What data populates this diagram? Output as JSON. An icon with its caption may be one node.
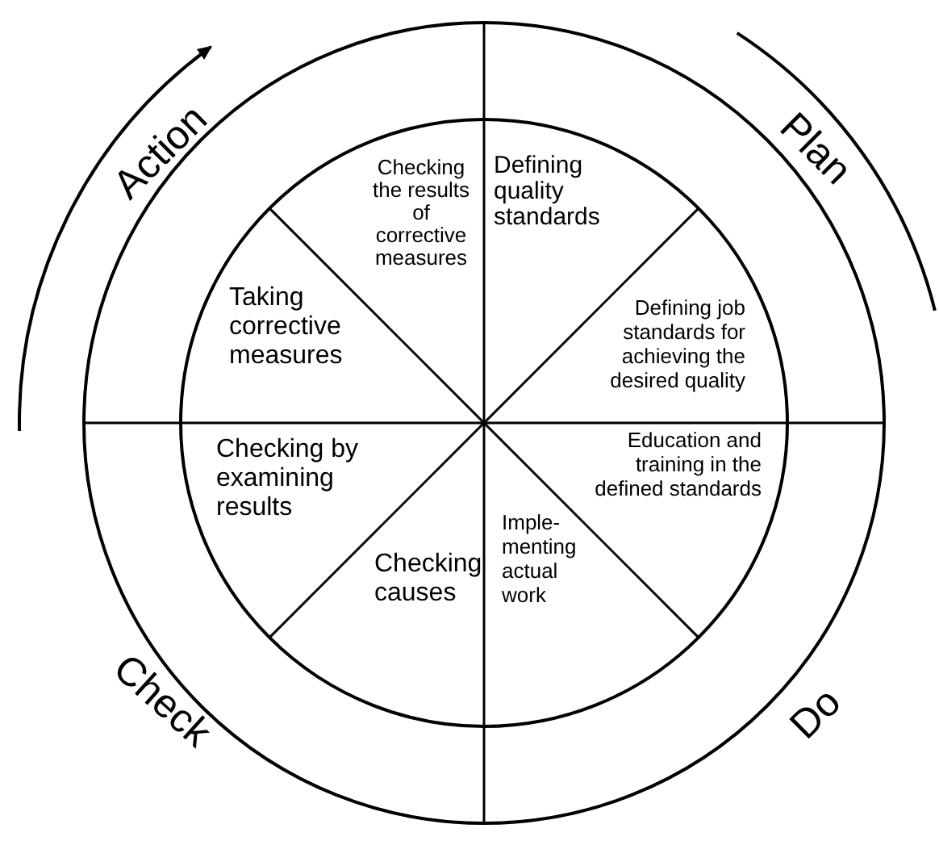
{
  "diagram": {
    "nodes": [
      {
        "text": [
          "Action"
        ]
      },
      {
        "text": [
          "Plan"
        ]
      },
      {
        "text": [
          "Checking the results of corrective measures"
        ]
      },
      {
        "text": [
          "Defining quality standards"
        ]
      },
      {
        "text": [
          "Taking corrective measures"
        ]
      },
      {
        "text": [
          "Defining job standards for achieving the desired quality"
        ]
      },
      {
        "text": [
          "Checking by examining results"
        ]
      },
      {
        "text": [
          "Education and training in the defined standards"
        ]
      },
      {
        "text": [
          "Checking causes"
        ]
      },
      {
        "text": [
          "Imple- menting actual work"
        ]
      },
      {
        "text": [
          "Check"
        ]
      },
      {
        "text": [
          "Do"
        ]
      }
    ]
  }
}
